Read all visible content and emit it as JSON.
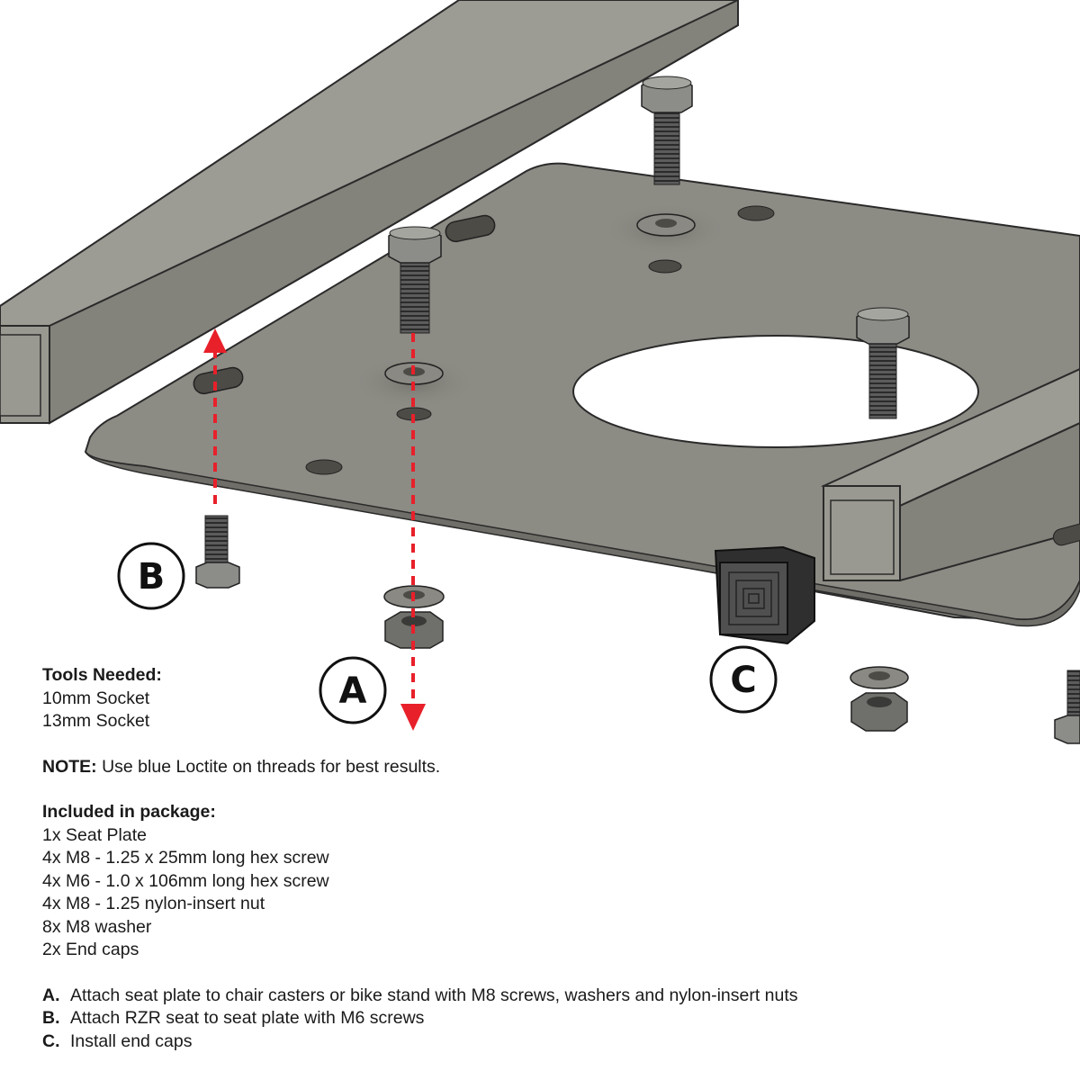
{
  "callouts": {
    "a": "A",
    "b": "B",
    "c": "C"
  },
  "tools": {
    "heading": "Tools Needed:",
    "items": [
      "10mm Socket",
      "13mm Socket"
    ]
  },
  "note": {
    "label": "NOTE:",
    "text": " Use blue Loctite on threads for best results."
  },
  "package": {
    "heading": "Included in package:",
    "items": [
      "1x Seat Plate",
      "4x M8 - 1.25 x 25mm long hex screw",
      "4x M6 - 1.0 x 106mm long hex screw",
      "4x M8 - 1.25 nylon-insert nut",
      "8x M8 washer",
      "2x End caps"
    ]
  },
  "steps": [
    {
      "letter": "A.",
      "text": "Attach seat plate to chair casters or bike stand with M8 screws, washers and nylon-insert nuts"
    },
    {
      "letter": "B.",
      "text": "Attach RZR seat to seat plate with M6 screws"
    },
    {
      "letter": "C.",
      "text": "Install end caps"
    }
  ],
  "colors": {
    "metal": "#8c8b84",
    "arrow": "#e8202a",
    "outline": "#2a2a2a"
  }
}
